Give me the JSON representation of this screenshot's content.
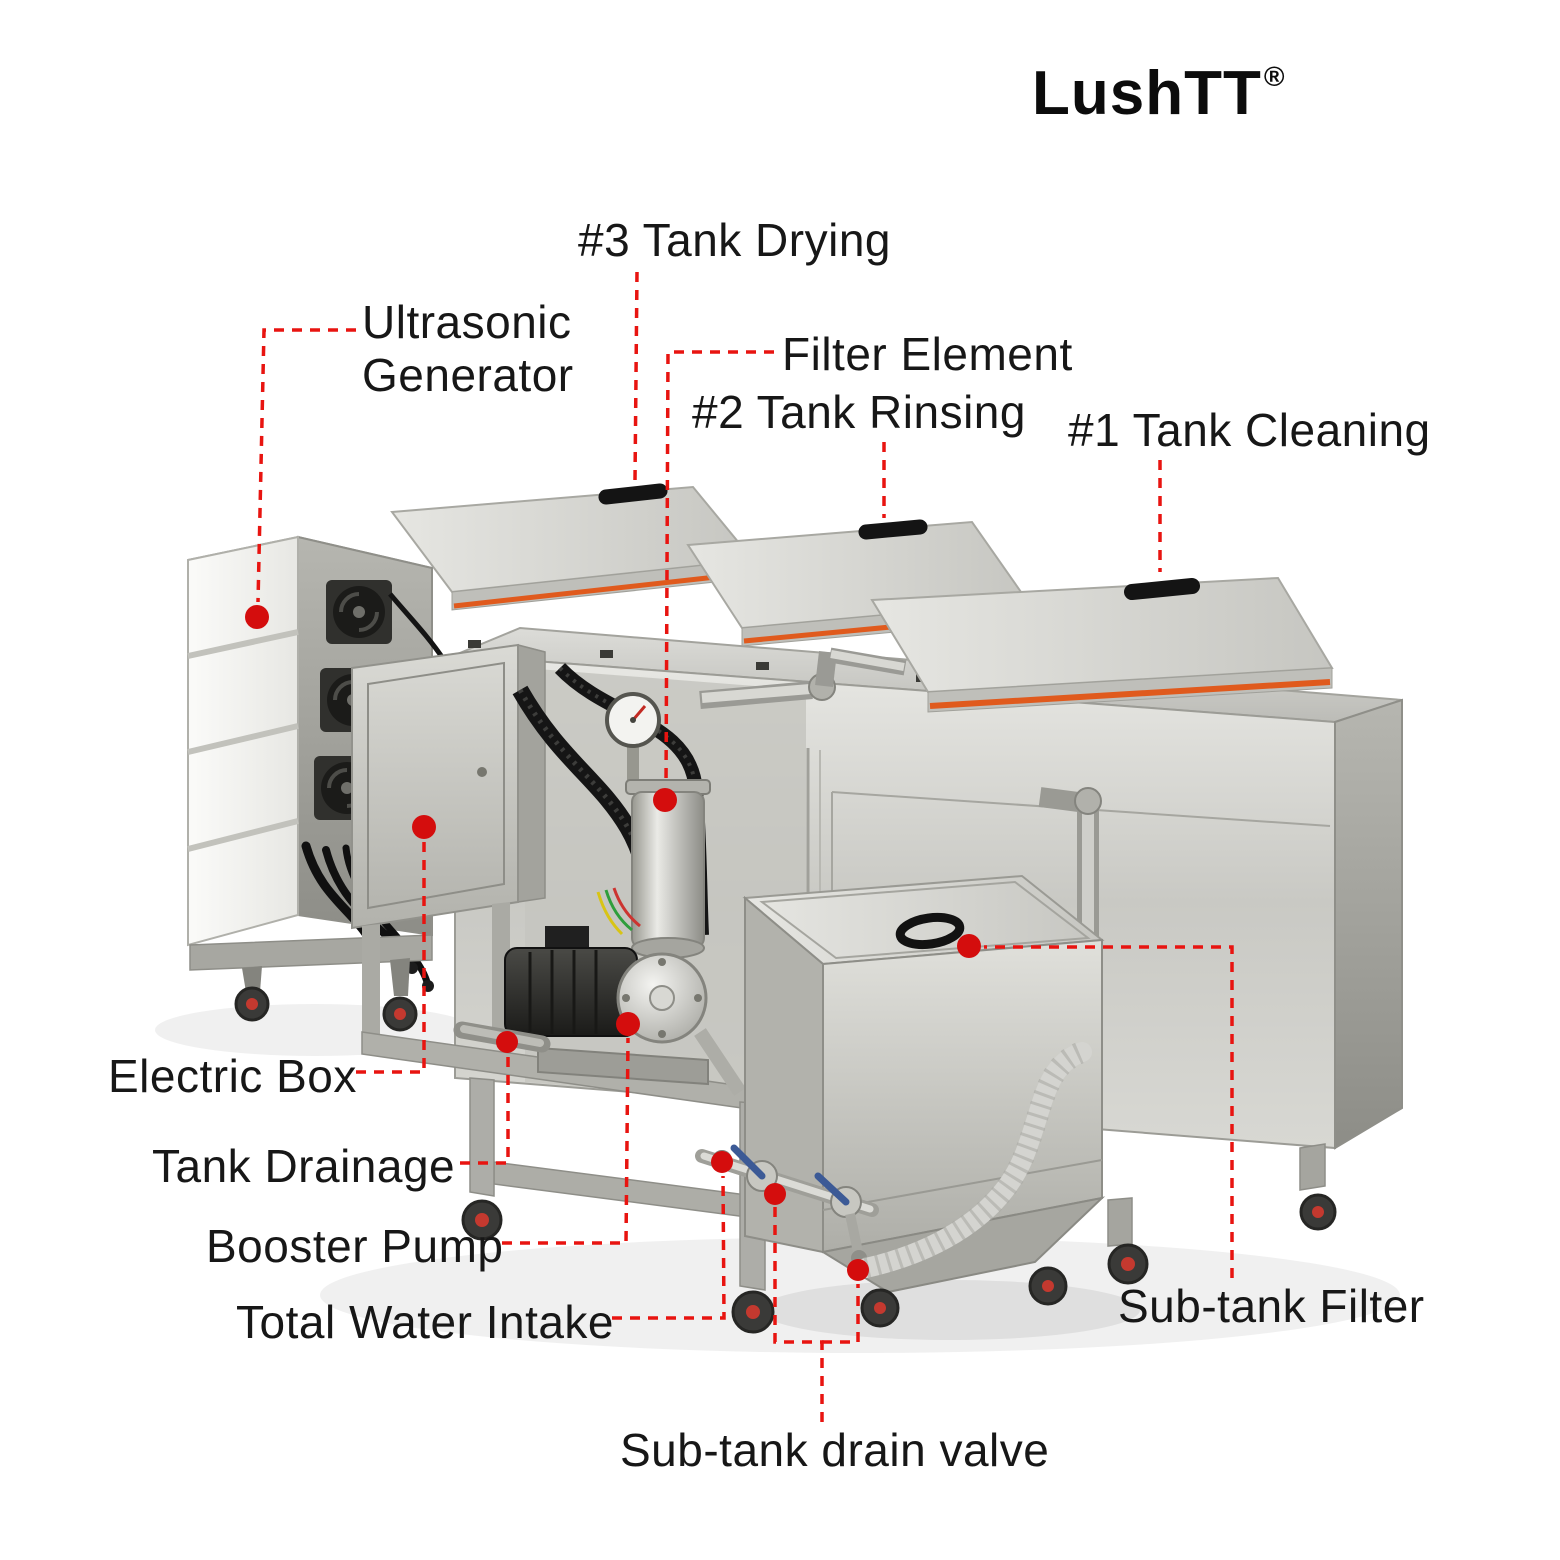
{
  "brand": {
    "name": "LushTT",
    "registered": "®"
  },
  "labels": {
    "tank3": "#3 Tank Drying",
    "ultrasonic_generator": {
      "line1": "Ultrasonic",
      "line2": "Generator"
    },
    "filter_element": "Filter Element",
    "tank2": "#2 Tank Rinsing",
    "tank1": "#1 Tank Cleaning",
    "electric_box": "Electric Box",
    "tank_drainage": "Tank Drainage",
    "booster_pump": "Booster Pump",
    "total_water_intake": "Total Water Intake",
    "subtank_filter": "Sub-tank Filter",
    "subtank_drain_valve": "Sub-tank drain valve"
  },
  "colors": {
    "callout_line": "#e81410",
    "callout_dot": "#d40d0d",
    "lid_gasket_orange": "#e05a1d",
    "text": "#171717"
  }
}
